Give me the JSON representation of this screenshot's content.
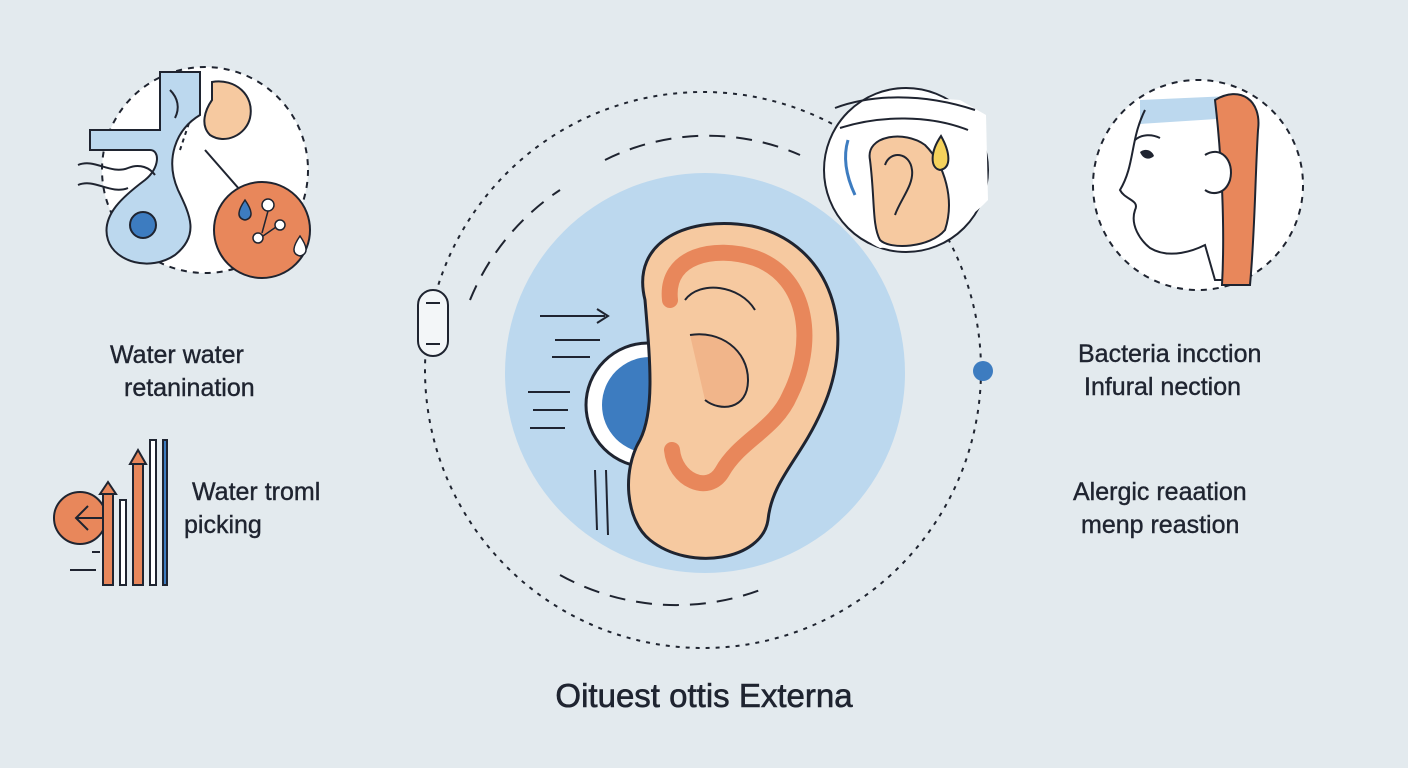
{
  "title": "Oituest ottis Externa",
  "left_labels": {
    "top": [
      "Water water",
      "retanination"
    ],
    "bottom": [
      "Water troml",
      "picking"
    ]
  },
  "right_labels": {
    "top": [
      "Bacteria incction",
      "Infural nection"
    ],
    "bottom": [
      "Alergic reaation",
      "menp reastion"
    ]
  },
  "colors": {
    "background": "#e3eaee",
    "ink": "#1f2430",
    "light_blue": "#bcd8ee",
    "blue": "#3d7cc0",
    "skin": "#f6c9a0",
    "orange": "#e8875b"
  },
  "icons": [
    "water-swimming-icon",
    "droplet-bacteria-icon",
    "ear-canal-icon",
    "ear-drop-icon",
    "head-profile-icon",
    "scratching-chart-icon",
    "main-ear-illustration"
  ]
}
